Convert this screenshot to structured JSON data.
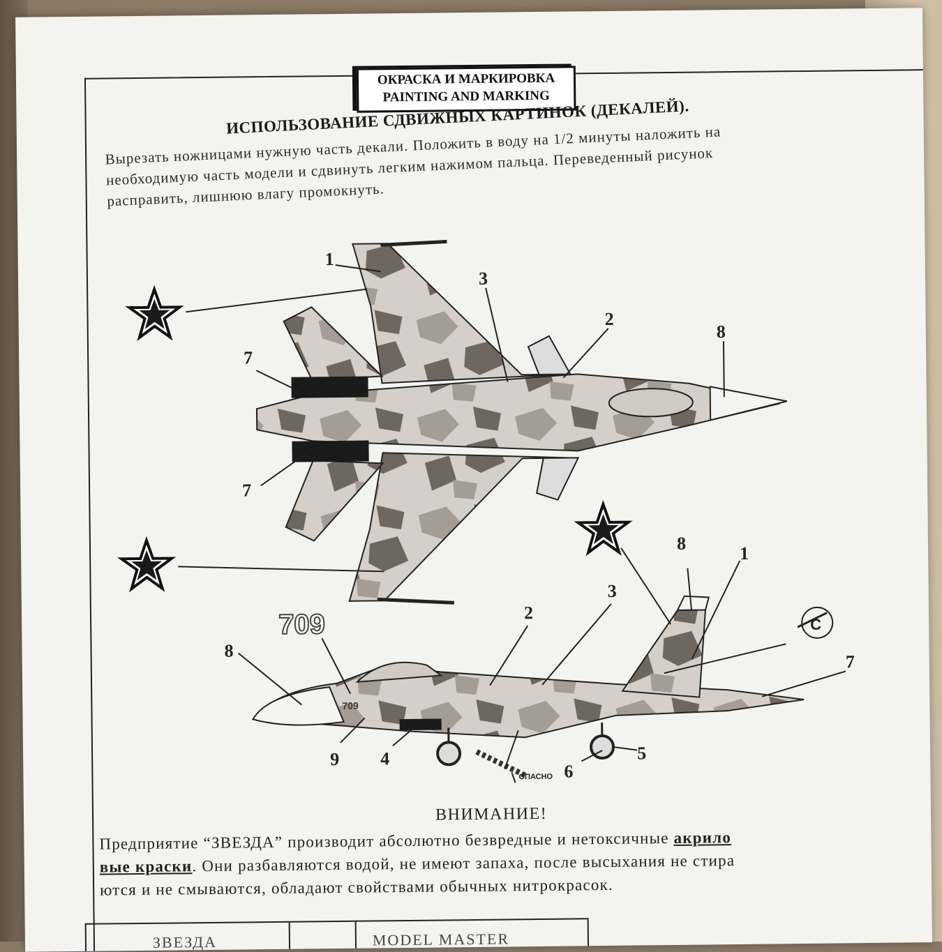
{
  "header": {
    "line1": "ОКРАСКА И МАРКИРОВКА",
    "line2": "PAINTING AND MARKING"
  },
  "decals_title": "ИСПОЛЬЗОВАНИЕ СДВИЖНЫХ КАРТИНОК (ДЕКАЛЕЙ).",
  "instructions": [
    "Вырезать ножницами нужную часть декали. Положить в воду на 1/2 минуты наложить на",
    "необходимую часть модели и сдвинуть легким нажимом пальца. Переведенный рисунок",
    "расправить, лишнюю влагу промокнуть."
  ],
  "callouts_top_view": [
    "1",
    "3",
    "2",
    "8",
    "7",
    "7"
  ],
  "callouts_side_view": [
    "8",
    "1",
    "3",
    "2",
    "8",
    "7",
    "9",
    "4",
    "6",
    "5"
  ],
  "side_number": "709",
  "fuselage_number": "709",
  "danger_label": "ОПАСНО",
  "warning": {
    "title": "ВНИМАНИЕ!",
    "line1_pre": "Предприятие “ЗВЕЗДА” производит абсолютно безвредные и нетоксичные ",
    "line1_bold": "акрило",
    "line2_bold": "вые краски",
    "line2_post": ". Они разбавляются водой, не имеют запаха, после высыхания не стира",
    "line3": "ются и не смываются, обладают свойствами обычных нитрокрасок."
  },
  "table_header": {
    "zvezda": "ЗВЕЗДА",
    "model_master": "MODEL MASTER"
  },
  "colors": {
    "camo_dark": "#6d6760",
    "camo_mid": "#a39d95",
    "camo_light": "#d4d0c9",
    "ink": "#1a1a1a"
  }
}
